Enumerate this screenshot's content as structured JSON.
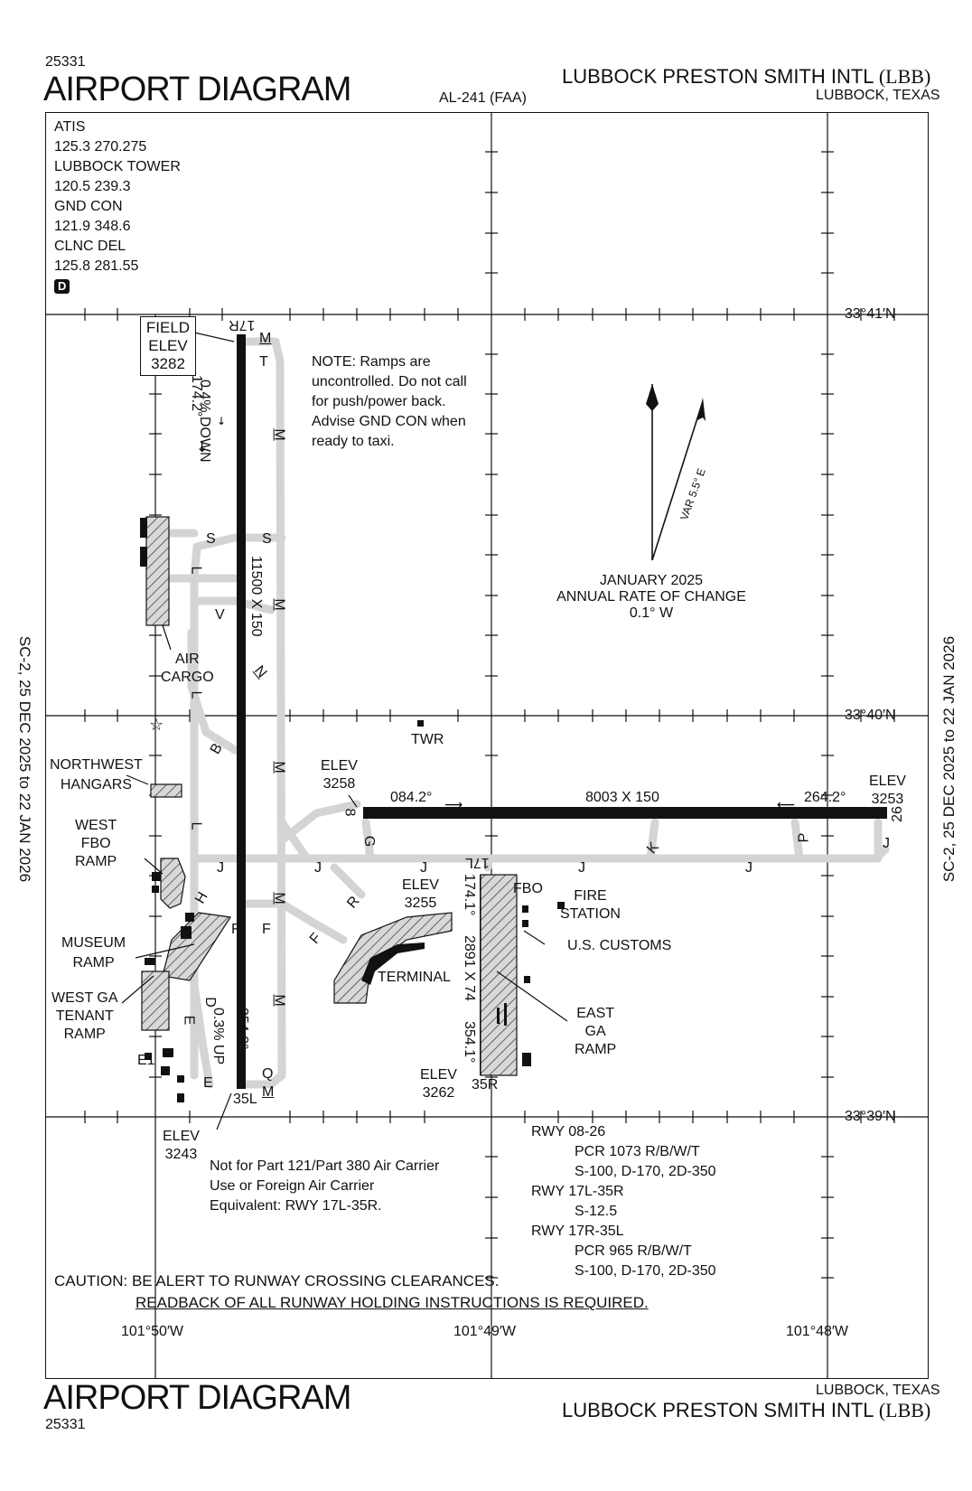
{
  "header": {
    "id": "25331",
    "title": "AIRPORT DIAGRAM",
    "procedure": "AL-241 (FAA)",
    "airport": "LUBBOCK PRESTON SMITH INTL",
    "airport_code": "(LBB)",
    "city": "LUBBOCK, TEXAS"
  },
  "footer": {
    "id": "25331",
    "title": "AIRPORT DIAGRAM",
    "airport": "LUBBOCK PRESTON SMITH INTL",
    "airport_code": "(LBB)",
    "city": "LUBBOCK, TEXAS"
  },
  "side_text": {
    "left": "SC-2,  25 DEC 2025  to  22 JAN 2026",
    "right": "SC-2,  25 DEC 2025  to  22 JAN 2026"
  },
  "frequencies": [
    "ATIS",
    "125.3  270.275",
    "LUBBOCK TOWER",
    "120.5  239.3",
    "GND CON",
    "121.9  348.6",
    "CLNC DEL",
    "125.8  281.55"
  ],
  "d_badge": "D",
  "coordinates": {
    "lat_41": "33°41′N",
    "lat_40": "33°40′N",
    "lat_39": "33°39′N",
    "lon_50": "101°50′W",
    "lon_49": "101°49′W",
    "lon_48": "101°48′W"
  },
  "field_elev": {
    "label1": "FIELD",
    "label2": "ELEV",
    "value": "3282"
  },
  "note": [
    "NOTE: Ramps are",
    "uncontrolled. Do not call",
    "for push/power back.",
    "Advise GND CON when",
    "ready to taxi."
  ],
  "variation": {
    "var": "VAR 5.5° E",
    "date": "JANUARY 2025",
    "rate_label": "ANNUAL RATE OF CHANGE",
    "rate": "0.1° W"
  },
  "runways": {
    "r17R": {
      "end": "17R",
      "heading_top": "174.2°",
      "slope_top": "0.4% DOWN",
      "dims": "11500 X 150",
      "heading_bottom": "354.2°",
      "slope_bottom": "0.3% UP",
      "end_bottom": "35L"
    },
    "r08": {
      "end": "8",
      "end_b": "26",
      "elev_left_label": "ELEV",
      "elev_left": "3258",
      "heading_left": "084.2°",
      "dims": "8003 X 150",
      "heading_right": "264.2°",
      "elev_right_label": "ELEV",
      "elev_right": "3253"
    },
    "r17L": {
      "end": "17L",
      "heading": "174.1°",
      "dims": "2891 X 74",
      "heading_bottom": "354.1°",
      "end_bottom": "35R",
      "elev_top_label": "ELEV",
      "elev_top": "3255",
      "elev_bottom_label": "ELEV",
      "elev_bottom": "3262"
    },
    "elev_35L_label": "ELEV",
    "elev_35L": "3243"
  },
  "labels": {
    "twr": "TWR",
    "air_cargo_1": "AIR",
    "air_cargo_2": "CARGO",
    "northwest_1": "NORTHWEST",
    "northwest_2": "HANGARS",
    "west_fbo_1": "WEST",
    "west_fbo_2": "FBO",
    "west_fbo_3": "RAMP",
    "museum_1": "MUSEUM",
    "museum_2": "RAMP",
    "westga_1": "WEST GA",
    "westga_2": "TENANT",
    "westga_3": "RAMP",
    "terminal": "TERMINAL",
    "fbo": "FBO",
    "fire_1": "FIRE",
    "fire_2": "STATION",
    "customs": "U.S. CUSTOMS",
    "eastga_1": "EAST",
    "eastga_2": "GA",
    "eastga_3": "RAMP"
  },
  "taxiways": {
    "M": "M",
    "T": "T",
    "S": "S",
    "L": "L",
    "V": "V",
    "N": "N",
    "B": "B",
    "G": "G",
    "J": "J",
    "K": "K",
    "P": "P",
    "H": "H",
    "F": "F",
    "R": "R",
    "D": "D",
    "E": "E",
    "E1": "E1",
    "Q": "Q"
  },
  "restriction": [
    "Not for Part 121/Part 380 Air Carrier",
    "Use or Foreign Air Carrier",
    "Equivalent: RWY 17L-35R."
  ],
  "runway_data": [
    "RWY  08-26",
    "PCR 1073 R/B/W/T",
    "S-100, D-170, 2D-350",
    "RWY  17L-35R",
    "S-12.5",
    "RWY  17R-35L",
    "PCR 965 R/B/W/T",
    "S-100, D-170, 2D-350"
  ],
  "caution": {
    "line1": "CAUTION: BE ALERT TO RUNWAY CROSSING CLEARANCES.",
    "line2": "READBACK OF ALL RUNWAY HOLDING INSTRUCTIONS IS REQUIRED."
  }
}
